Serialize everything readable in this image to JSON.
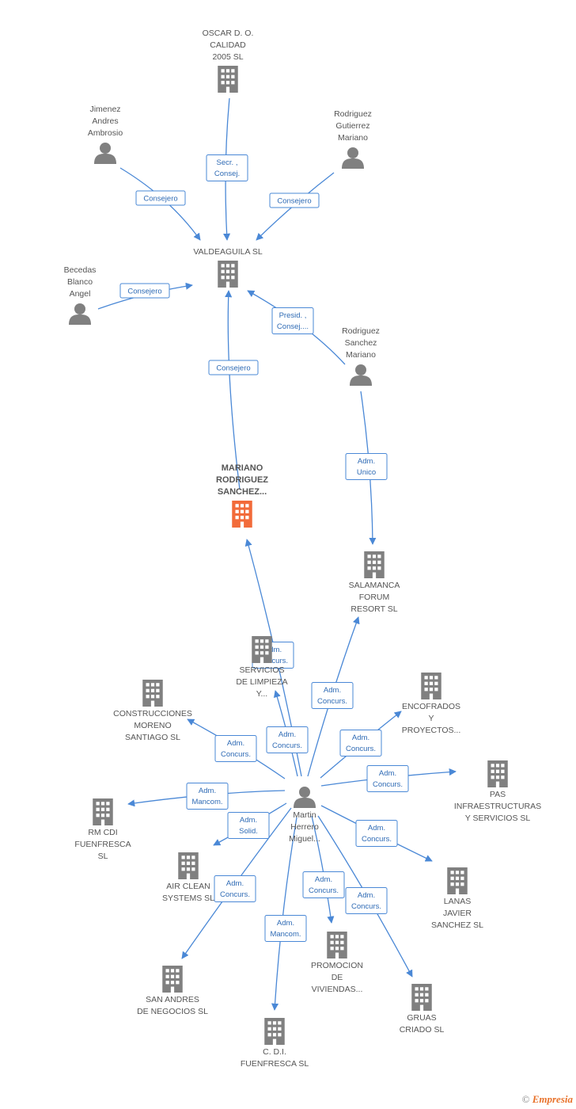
{
  "nodes": [
    {
      "id": "oscar",
      "type": "company",
      "lines": [
        "OSCAR D.  O.",
        "CALIDAD",
        "2005 SL"
      ]
    },
    {
      "id": "jimenez",
      "type": "person",
      "lines": [
        "Jimenez",
        "Andres",
        "Ambrosio"
      ]
    },
    {
      "id": "rodgut",
      "type": "person",
      "lines": [
        "Rodriguez",
        "Gutierrez",
        "Mariano"
      ]
    },
    {
      "id": "valde",
      "type": "company",
      "lines": [
        "VALDEAGUILA SL"
      ]
    },
    {
      "id": "becedas",
      "type": "person",
      "lines": [
        "Becedas",
        "Blanco",
        "Angel"
      ]
    },
    {
      "id": "rodsan",
      "type": "person",
      "lines": [
        "Rodriguez",
        "Sanchez",
        "Mariano"
      ]
    },
    {
      "id": "mariano",
      "type": "company",
      "main": true,
      "lines": [
        "MARIANO",
        "RODRIGUEZ",
        "SANCHEZ..."
      ]
    },
    {
      "id": "salamanca",
      "type": "company",
      "lines": [
        "SALAMANCA",
        "FORUM",
        "RESORT SL"
      ]
    },
    {
      "id": "servicios",
      "type": "company",
      "lines": [
        "SERVICIOS",
        "DE LIMPIEZA",
        "Y..."
      ]
    },
    {
      "id": "construcciones",
      "type": "company",
      "lines": [
        "CONSTRUCCIONES",
        "MORENO",
        "SANTIAGO SL"
      ]
    },
    {
      "id": "encofrados",
      "type": "company",
      "lines": [
        "ENCOFRADOS",
        "Y",
        "PROYECTOS..."
      ]
    },
    {
      "id": "pas",
      "type": "company",
      "lines": [
        "PAS",
        "INFRAESTRUCTURAS",
        "Y SERVICIOS SL"
      ]
    },
    {
      "id": "rmcdi",
      "type": "company",
      "lines": [
        "RM CDI",
        "FUENFRESCA",
        "SL"
      ]
    },
    {
      "id": "martin",
      "type": "person",
      "lines": [
        "Martin",
        "Herrero",
        "Miguel..."
      ]
    },
    {
      "id": "airclean",
      "type": "company",
      "lines": [
        "AIR CLEAN",
        "SYSTEMS SL"
      ]
    },
    {
      "id": "lanas",
      "type": "company",
      "lines": [
        "LANAS",
        "JAVIER",
        "SANCHEZ SL"
      ]
    },
    {
      "id": "promocion",
      "type": "company",
      "lines": [
        "PROMOCION",
        "DE",
        "VIVIENDAS..."
      ]
    },
    {
      "id": "sanandres",
      "type": "company",
      "lines": [
        "SAN ANDRES",
        "DE NEGOCIOS SL"
      ]
    },
    {
      "id": "gruas",
      "type": "company",
      "lines": [
        "GRUAS",
        "CRIADO SL"
      ]
    },
    {
      "id": "cdi",
      "type": "company",
      "lines": [
        "C. D.I.",
        "FUENFRESCA SL"
      ]
    }
  ],
  "edges": [
    {
      "from": "oscar",
      "to": "valde",
      "label": [
        "Secr. ,",
        "Consej."
      ]
    },
    {
      "from": "jimenez",
      "to": "valde",
      "label": [
        "Consejero"
      ]
    },
    {
      "from": "rodgut",
      "to": "valde",
      "label": [
        "Consejero"
      ]
    },
    {
      "from": "becedas",
      "to": "valde",
      "label": [
        "Consejero"
      ]
    },
    {
      "from": "rodsan",
      "to": "valde",
      "label": [
        "Presid. ,",
        "Consej...."
      ]
    },
    {
      "from": "mariano",
      "to": "valde",
      "label": [
        "Consejero"
      ]
    },
    {
      "from": "rodsan",
      "to": "salamanca",
      "label": [
        "Adm.",
        "Unico"
      ]
    },
    {
      "from": "martin",
      "to": "mariano",
      "label": [
        "Adm.",
        "Concurs."
      ]
    },
    {
      "from": "martin",
      "to": "salamanca",
      "label": [
        "Adm.",
        "Concurs."
      ]
    },
    {
      "from": "martin",
      "to": "servicios",
      "label": [
        "Adm.",
        "Concurs."
      ]
    },
    {
      "from": "martin",
      "to": "construcciones",
      "label": [
        "Adm.",
        "Concurs."
      ]
    },
    {
      "from": "martin",
      "to": "encofrados",
      "label": [
        "Adm.",
        "Concurs."
      ]
    },
    {
      "from": "martin",
      "to": "pas",
      "label": [
        "Adm.",
        "Concurs."
      ]
    },
    {
      "from": "martin",
      "to": "rmcdi",
      "label": [
        "Adm.",
        "Mancom."
      ]
    },
    {
      "from": "martin",
      "to": "airclean",
      "label": [
        "Adm.",
        "Solid."
      ]
    },
    {
      "from": "martin",
      "to": "lanas",
      "label": [
        "Adm.",
        "Concurs."
      ]
    },
    {
      "from": "martin",
      "to": "sanandres",
      "label": [
        "Adm.",
        "Concurs."
      ]
    },
    {
      "from": "martin",
      "to": "promocion",
      "label": [
        "Adm.",
        "Concurs."
      ]
    },
    {
      "from": "martin",
      "to": "gruas",
      "label": [
        "Adm.",
        "Concurs."
      ]
    },
    {
      "from": "martin",
      "to": "cdi",
      "label": [
        "Adm.",
        "Mancom."
      ]
    }
  ],
  "colors": {
    "edge": "#4a88d6",
    "node": "#808080",
    "main_node": "#f26b3a",
    "label_text": "#555555"
  },
  "brand": {
    "symbol": "©",
    "name": "Empresia"
  }
}
